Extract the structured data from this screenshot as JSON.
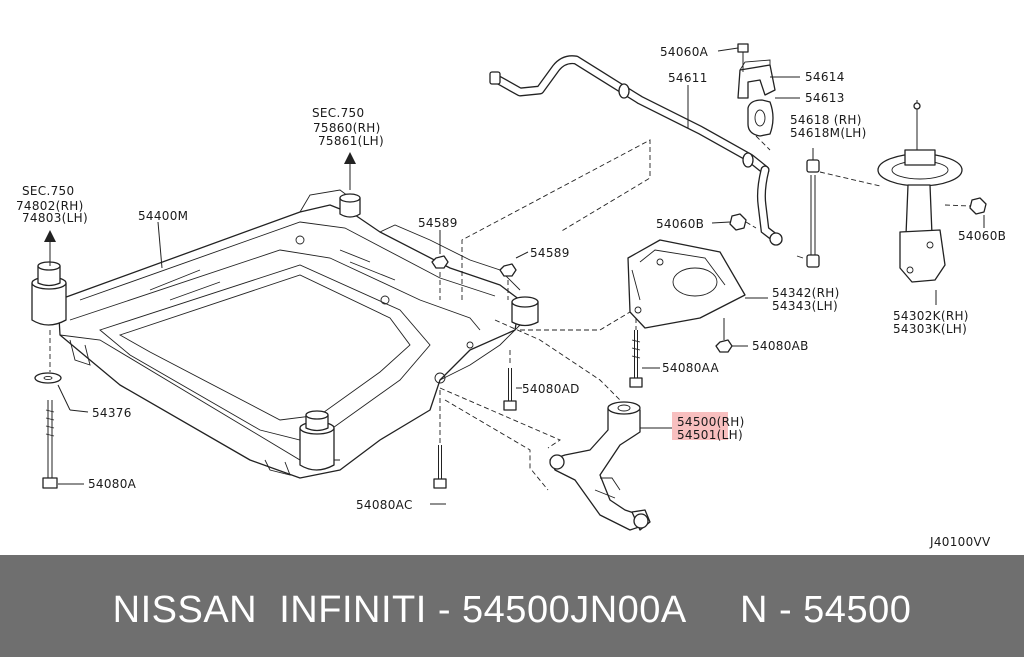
{
  "diagram": {
    "labels": {
      "sec750_a": "SEC.750",
      "p74802": "74802(RH)",
      "p74803": "74803(LH)",
      "sec750_b": "SEC.750",
      "p75860": "75860(RH)",
      "p75861": "75861(LH)",
      "p54400m": "54400M",
      "p54589a": "54589",
      "p54589b": "54589",
      "p54060a": "54060A",
      "p54611": "54611",
      "p54614": "54614",
      "p54613": "54613",
      "p54618": "54618 (RH)",
      "p54618m": "54618M(LH)",
      "p54060b_1": "54060B",
      "p54060b_2": "54060B",
      "p54342": "54342(RH)",
      "p54343": "54343(LH)",
      "p54080ab": "54080AB",
      "p54080aa": "54080AA",
      "p54080ad": "54080AD",
      "p54500": "54500(RH)",
      "p54501": "54501(LH)",
      "p54376": "54376",
      "p54080a": "54080A",
      "p54080ac": "54080AC",
      "p54302k": "54302K(RH)",
      "p54303k": "54303K(LH)",
      "drawing_code": "J40100VV"
    },
    "colors": {
      "highlight": "#f28b8b",
      "banner": "#6f6f6f",
      "banner_text": "#ffffff"
    }
  },
  "banner": {
    "text": "NISSAN  INFINITI - 54500JN00A     N - 54500"
  }
}
